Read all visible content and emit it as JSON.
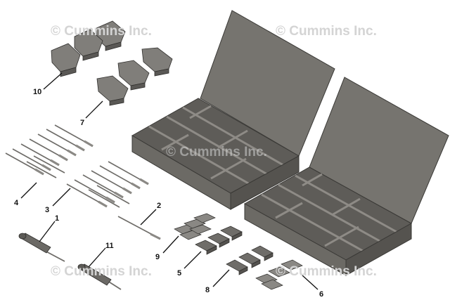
{
  "watermarks": [
    {
      "text": "© Cummins Inc."
    },
    {
      "text": "© Cummins Inc."
    },
    {
      "text": "© Cummins Inc."
    },
    {
      "text": "© Cummins Inc."
    },
    {
      "text": "© Cummins Inc."
    }
  ],
  "callouts": [
    {
      "label": "10"
    },
    {
      "label": "7"
    },
    {
      "label": "4"
    },
    {
      "label": "3"
    },
    {
      "label": "2"
    },
    {
      "label": "1"
    },
    {
      "label": "11"
    },
    {
      "label": "9"
    },
    {
      "label": "5"
    },
    {
      "label": "8"
    },
    {
      "label": "6"
    }
  ],
  "colors": {
    "tray_dark": "#5b5955",
    "tray_mid": "#706e69",
    "tray_light": "#85827d",
    "part": "#7c7a76",
    "ink": "#111111",
    "watermark": "#d4d4d4"
  }
}
